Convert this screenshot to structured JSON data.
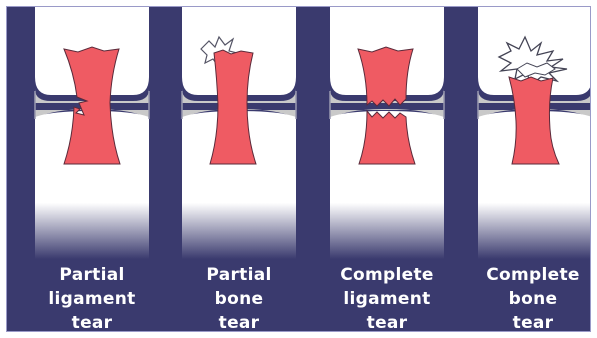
{
  "panels": [
    {
      "line1": "Partial",
      "line2": "ligament",
      "line3": "tear"
    },
    {
      "line1": "Partial",
      "line2": "bone",
      "line3": "tear"
    },
    {
      "line1": "Complete",
      "line2": "ligament",
      "line3": "tear"
    },
    {
      "line1": "Complete",
      "line2": "bone",
      "line3": "tear"
    }
  ],
  "colors": {
    "background": "#3a3a6e",
    "bone": "#ffffff",
    "cartilage": "#c9c9c9",
    "ligament": "#ef5b63",
    "caption_text": "#ffffff"
  }
}
